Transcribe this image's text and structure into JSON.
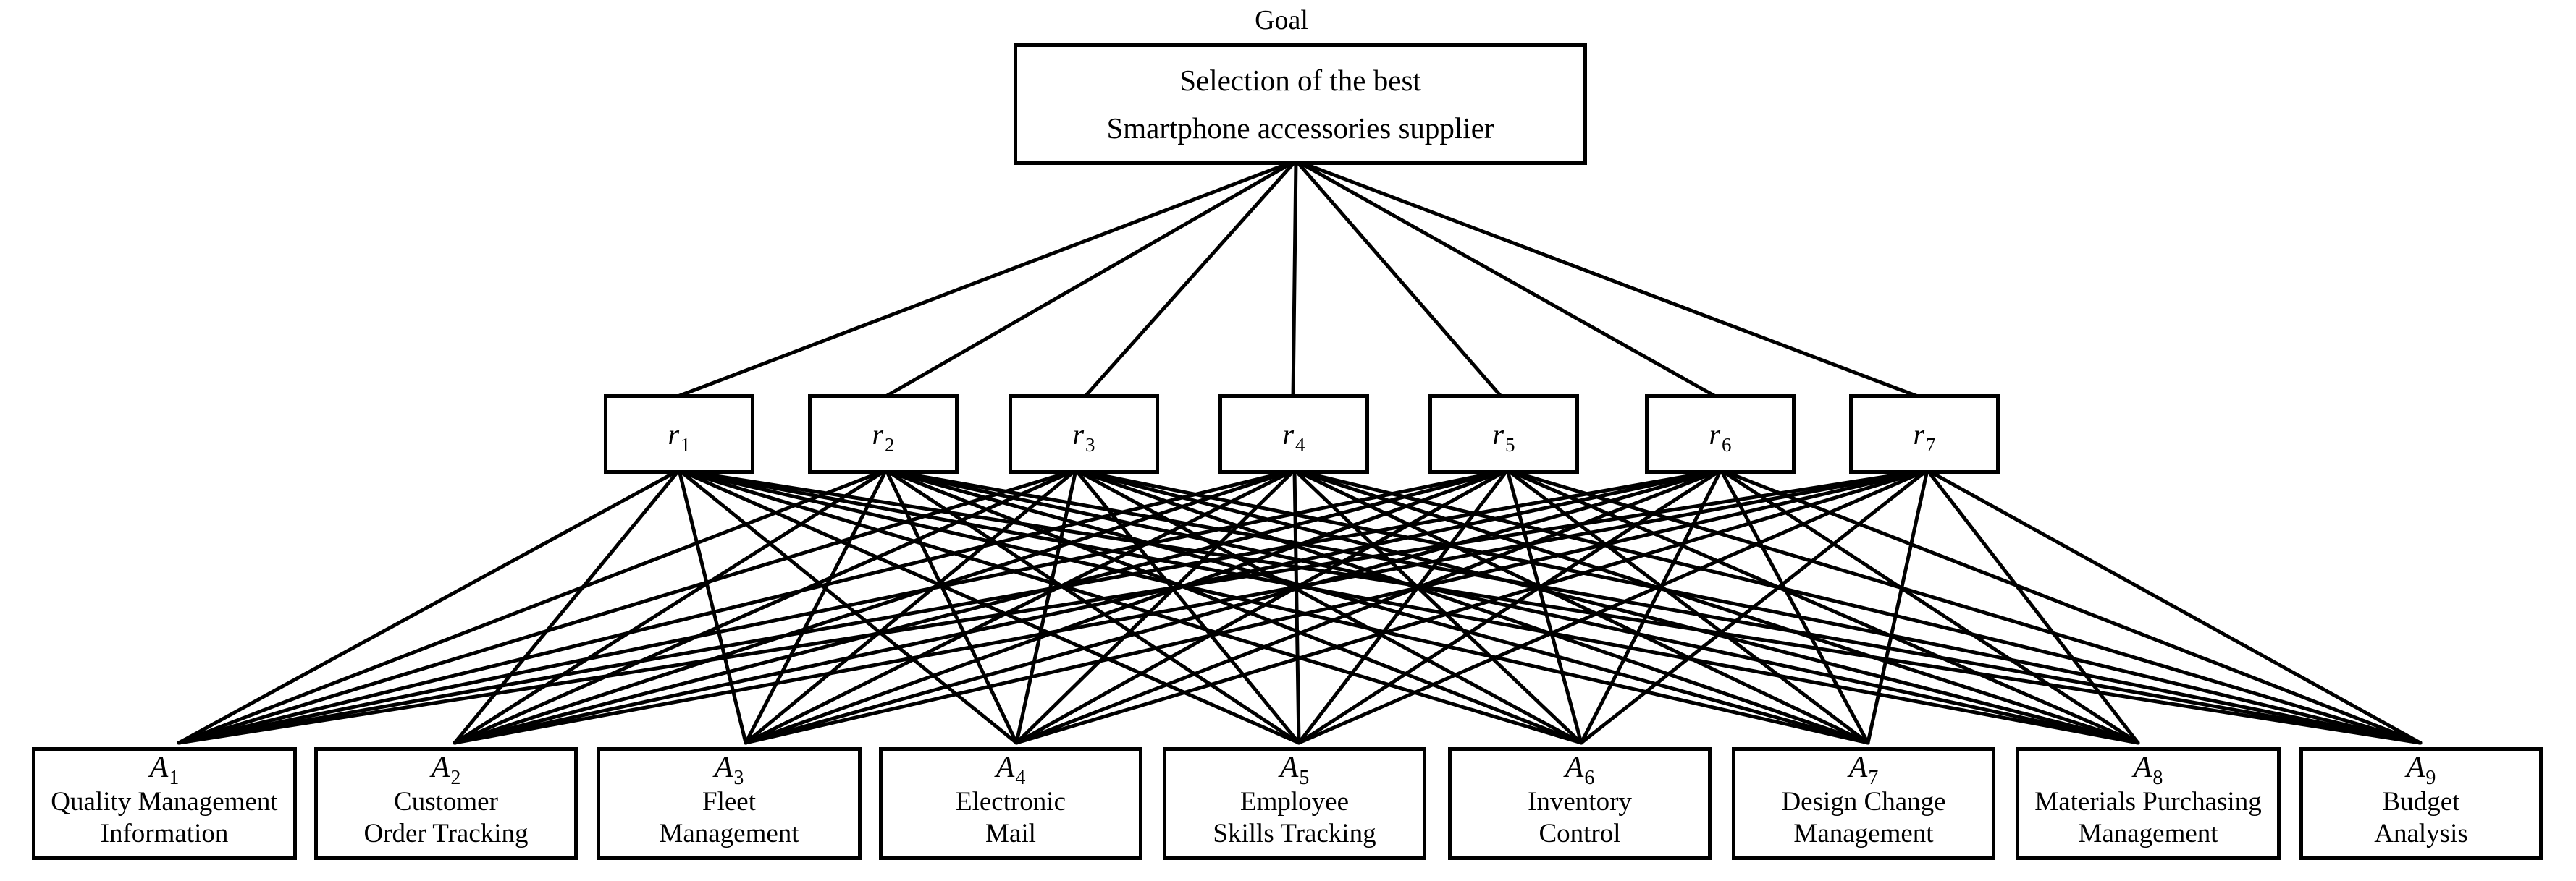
{
  "goal": {
    "label": "Goal",
    "line1": "Selection of the best",
    "line2": "Smartphone accessories supplier"
  },
  "criteria": [
    {
      "symbol": "r",
      "sub": "1"
    },
    {
      "symbol": "r",
      "sub": "2"
    },
    {
      "symbol": "r",
      "sub": "3"
    },
    {
      "symbol": "r",
      "sub": "4"
    },
    {
      "symbol": "r",
      "sub": "5"
    },
    {
      "symbol": "r",
      "sub": "6"
    },
    {
      "symbol": "r",
      "sub": "7"
    }
  ],
  "alternatives": [
    {
      "symbol": "A",
      "sub": "1",
      "line1": "Quality Management",
      "line2": "Information"
    },
    {
      "symbol": "A",
      "sub": "2",
      "line1": "Customer",
      "line2": "Order Tracking"
    },
    {
      "symbol": "A",
      "sub": "3",
      "line1": "Fleet",
      "line2": "Management"
    },
    {
      "symbol": "A",
      "sub": "4",
      "line1": "Electronic",
      "line2": "Mail"
    },
    {
      "symbol": "A",
      "sub": "5",
      "line1": "Employee",
      "line2": "Skills Tracking"
    },
    {
      "symbol": "A",
      "sub": "6",
      "line1": "Inventory",
      "line2": "Control"
    },
    {
      "symbol": "A",
      "sub": "7",
      "line1": "Design Change",
      "line2": "Management"
    },
    {
      "symbol": "A",
      "sub": "8",
      "line1": "Materials Purchasing",
      "line2": "Management"
    },
    {
      "symbol": "A",
      "sub": "9",
      "line1": "Budget",
      "line2": "Analysis"
    }
  ]
}
